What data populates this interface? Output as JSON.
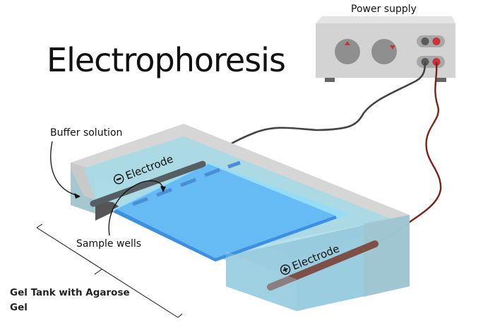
{
  "title": "Electrophoresis",
  "power_supply": {
    "label": "Power supply",
    "terminals": [
      "negative",
      "positive"
    ]
  },
  "labels": {
    "buffer_solution": "Buffer solution",
    "sample_wells": "Sample wells",
    "gel_tank_line1": "Gel Tank with Agarose",
    "gel_tank_line2": "Gel",
    "negative_electrode": "Electrode",
    "positive_electrode": "Electrode",
    "negative_symbol": "−",
    "positive_symbol": "+"
  },
  "colors": {
    "negative_wire": "#444444",
    "positive_wire": "#7a2418",
    "negative_electrode": "#555f63",
    "positive_electrode": "#7d4f47",
    "gel": "#66bbf5",
    "buffer": "#a8d9e6",
    "tank": "#d4d4d4",
    "power_body": "#d2d2d2",
    "knob": "#8f8f8f",
    "knob_marker": "#c0392b",
    "red_terminal": "#c8343a",
    "black_terminal": "#5a5a5a"
  }
}
